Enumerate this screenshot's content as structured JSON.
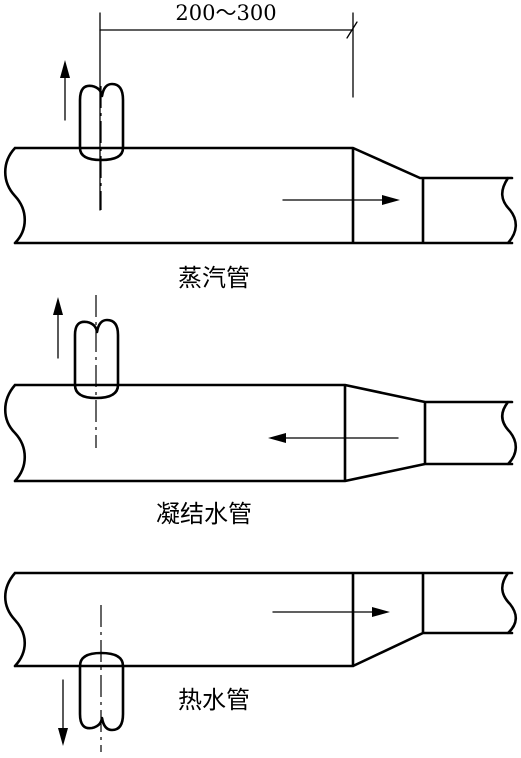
{
  "dimension": {
    "text": "200～300"
  },
  "pipes": [
    {
      "id": "steam",
      "label": "蒸汽管",
      "flow_direction": "right",
      "branch_side": "top",
      "branch_flow": "up"
    },
    {
      "id": "condensate",
      "label": "凝结水管",
      "flow_direction": "left",
      "branch_side": "top",
      "branch_flow": "up"
    },
    {
      "id": "hot-water",
      "label": "热水管",
      "flow_direction": "right",
      "branch_side": "bottom",
      "branch_flow": "down"
    }
  ]
}
